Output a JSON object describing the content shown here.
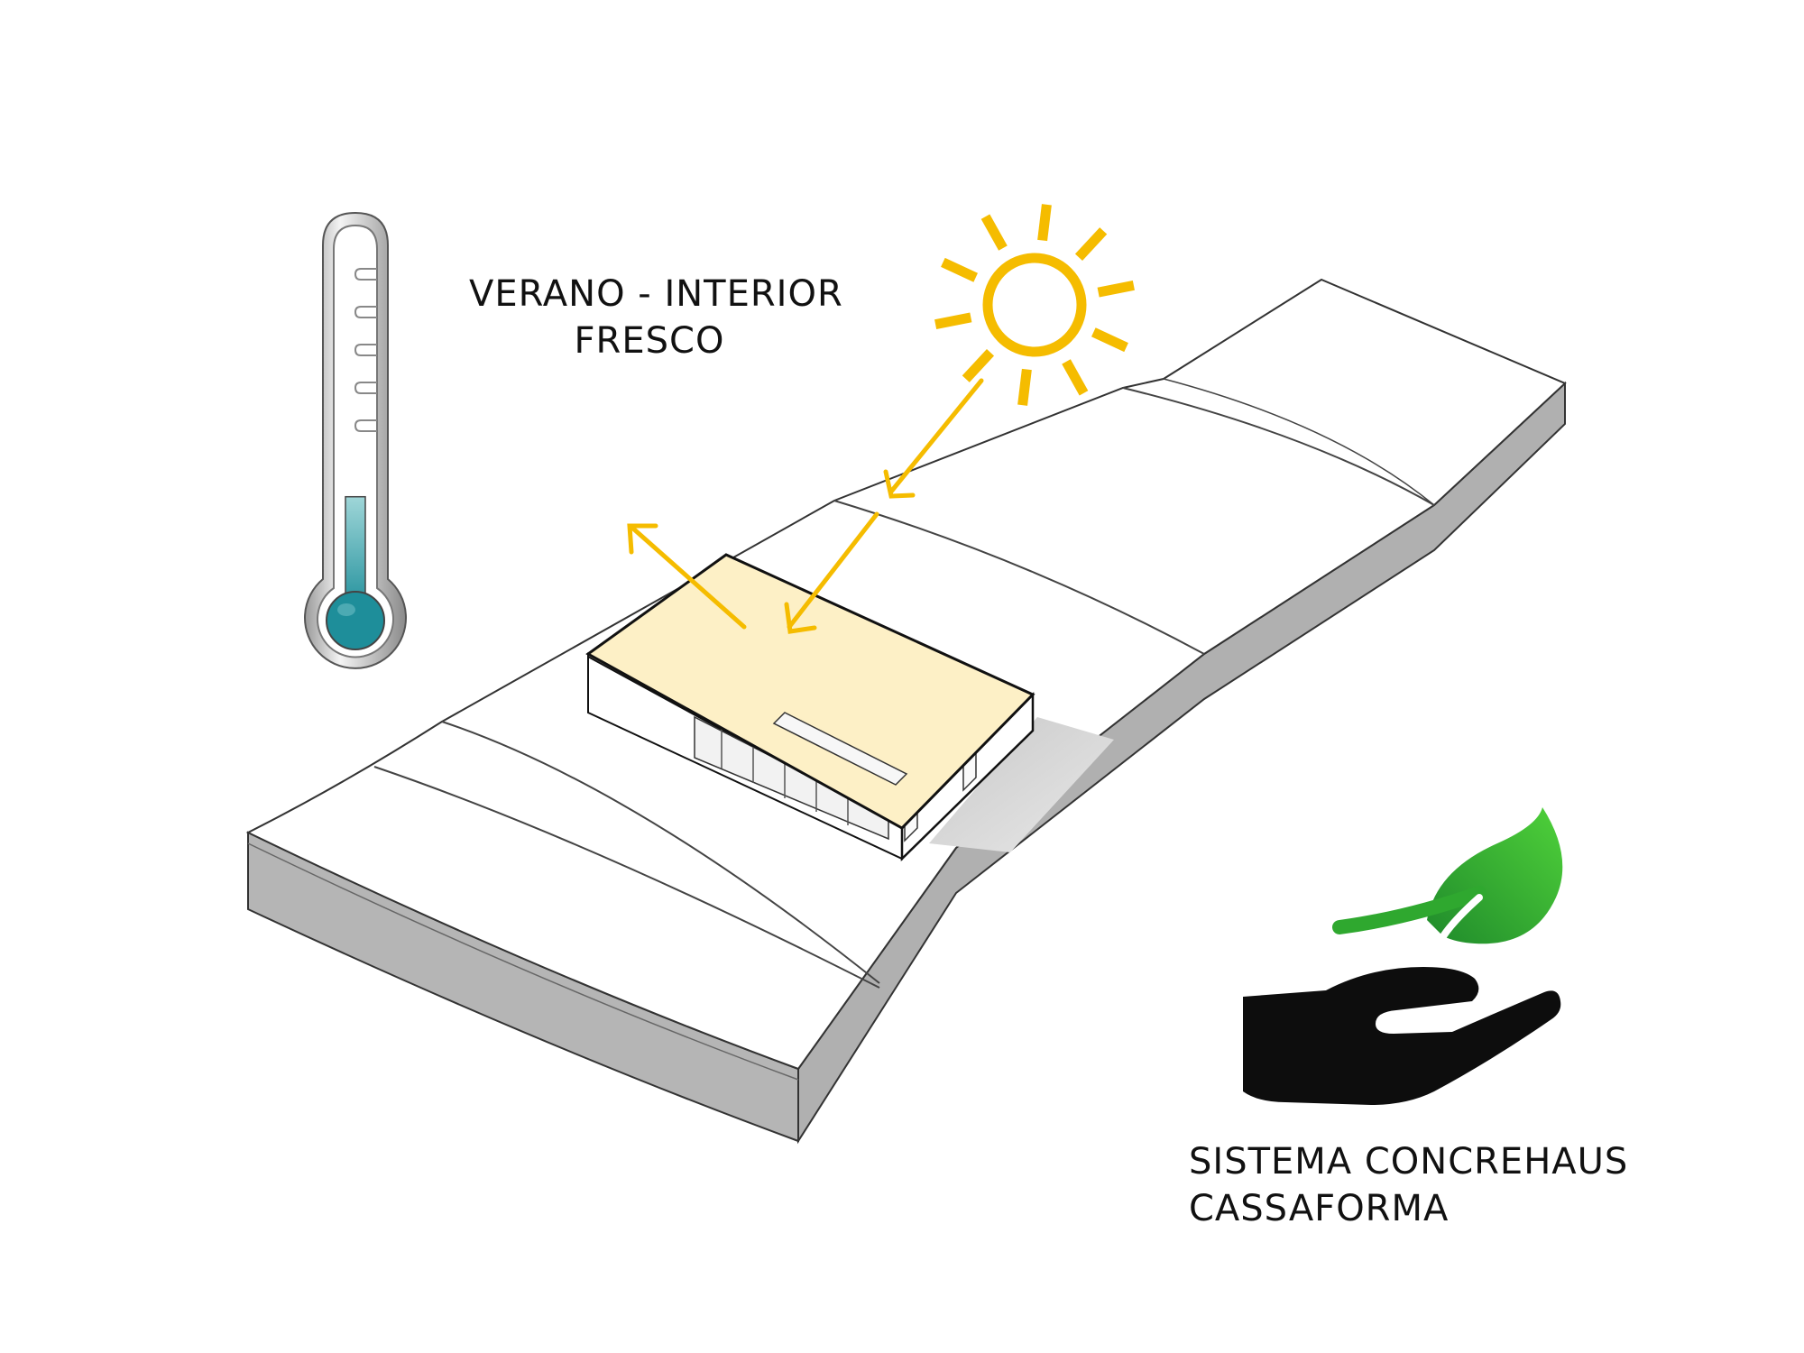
{
  "title": {
    "line1": "VERANO - INTERIOR",
    "line2": "FRESCO"
  },
  "system": {
    "line1": "SISTEMA CONCREHAUS",
    "line2": "CASSAFORMA"
  },
  "colors": {
    "sun": "#F5BC00",
    "roof": "#FDF0C6",
    "thermo_fill": "#1E8E9A",
    "leaf": "#2FA82F",
    "hand": "#0D0D0D",
    "ground_side": "#B5B5B5"
  },
  "icons": {
    "thermometer": "thermometer-icon",
    "sun": "sun-icon",
    "hand": "hand-icon",
    "leaf": "leaf-icon"
  },
  "thermometer_level": 0.32
}
